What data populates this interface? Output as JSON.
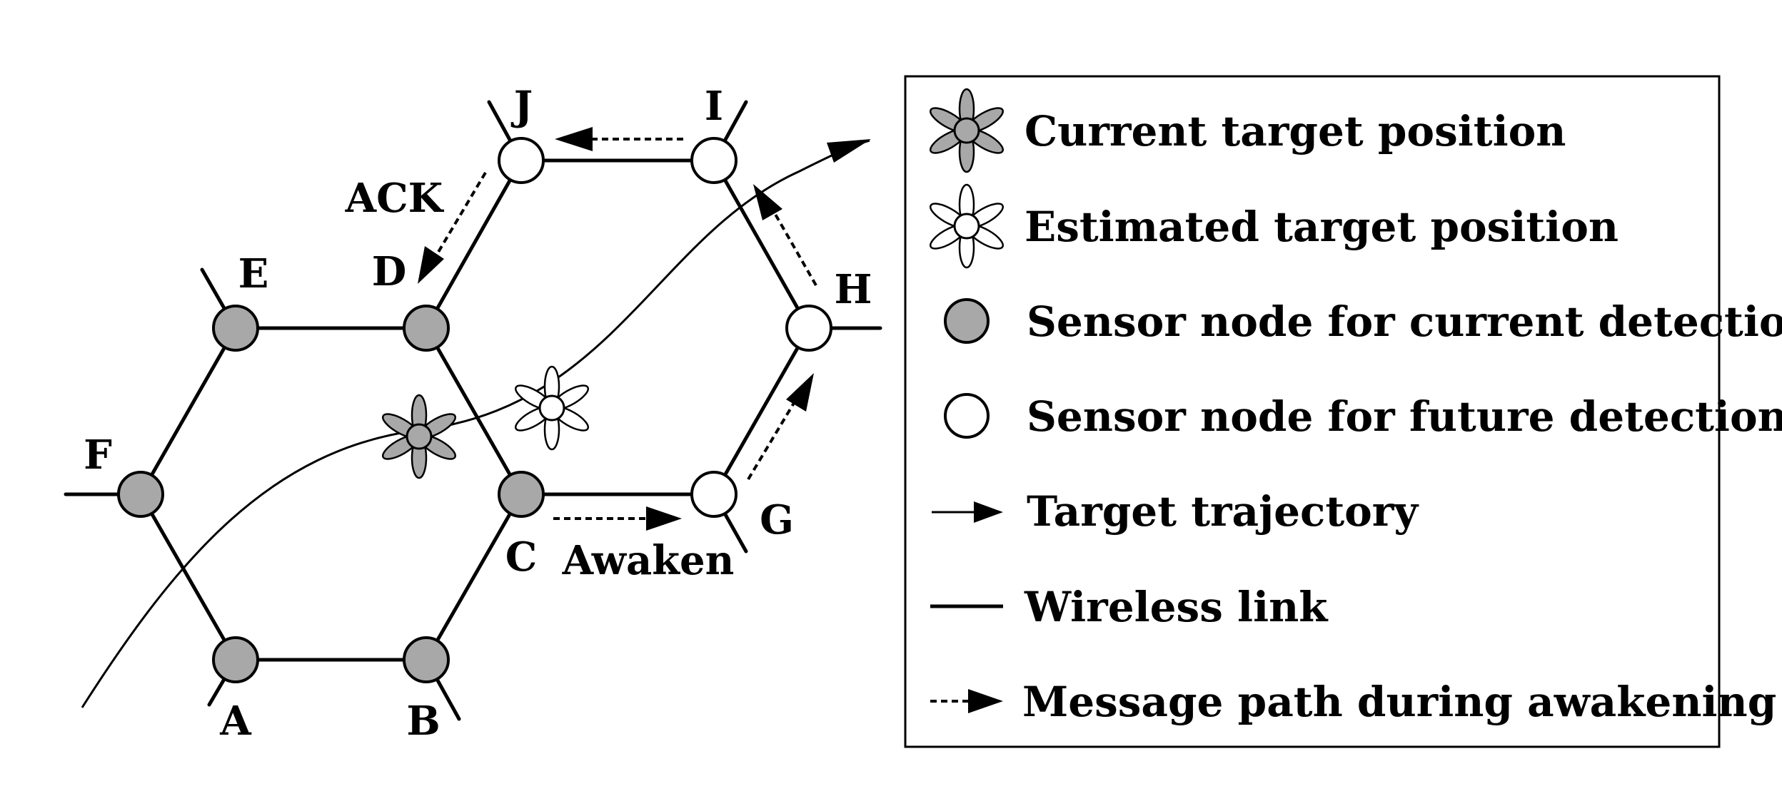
{
  "colors": {
    "line": "#000000",
    "current_fill": "#a8a8a8",
    "future_fill": "#ffffff",
    "background": "#ffffff"
  },
  "nodes": [
    {
      "id": "A",
      "label": "A",
      "state": "current"
    },
    {
      "id": "B",
      "label": "B",
      "state": "current"
    },
    {
      "id": "C",
      "label": "C",
      "state": "current"
    },
    {
      "id": "D",
      "label": "D",
      "state": "current"
    },
    {
      "id": "E",
      "label": "E",
      "state": "current"
    },
    {
      "id": "F",
      "label": "F",
      "state": "current"
    },
    {
      "id": "G",
      "label": "G",
      "state": "future"
    },
    {
      "id": "H",
      "label": "H",
      "state": "future"
    },
    {
      "id": "I",
      "label": "I",
      "state": "future"
    },
    {
      "id": "J",
      "label": "J",
      "state": "future"
    }
  ],
  "edge_labels": {
    "ack": "ACK",
    "awaken": "Awaken"
  },
  "legend": {
    "items": [
      {
        "symbol": "current-target-icon",
        "label": "Current target position"
      },
      {
        "symbol": "estimated-target-icon",
        "label": "Estimated target position"
      },
      {
        "symbol": "current-sensor-icon",
        "label": "Sensor node for current detection"
      },
      {
        "symbol": "future-sensor-icon",
        "label": "Sensor node for future detection"
      },
      {
        "symbol": "trajectory-arrow-icon",
        "label": "Target trajectory"
      },
      {
        "symbol": "wireless-link-icon",
        "label": "Wireless link"
      },
      {
        "symbol": "dashed-arrow-icon",
        "label": "Message path during awakening"
      }
    ]
  }
}
